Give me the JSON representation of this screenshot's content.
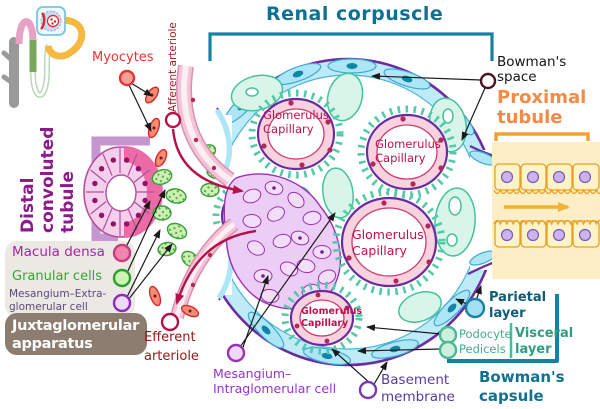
{
  "title": "Renal corpuscle",
  "labels": {
    "myocytes": "Myocytes",
    "afferent_arteriole": "Afferent arteriole",
    "bowmans_space": "Bowman's\nspace",
    "proximal_tubule": "Proximal\ntubule",
    "distal_tubule": "Distal\nconvoluted\ntubule",
    "efferent_arteriole": "Efferent\narteriole",
    "mesangium_intraglomerular": "Mesangium–\nIntraglomerular cell",
    "basement_membrane": "Basement\nmembrane",
    "bowmans_capsule": "Bowman's\ncapsule",
    "parietal_layer": "Parietal\nlayer",
    "visceral_layer": "Visceral\nlayer",
    "podocyte": "Podocyte",
    "pedicels": "Pedicels"
  },
  "capillary_labels": [
    {
      "text": "Glomerulus\nCapillary"
    },
    {
      "text": "Glomerulus\nCapillary"
    },
    {
      "text": "Glomerulus\nCapillary"
    },
    {
      "text": "Glomerulus\nCapillary"
    }
  ],
  "legend": {
    "items": [
      {
        "label": "Macula densa",
        "marker_color": "#c2407e"
      },
      {
        "label": "Granular cells",
        "marker_color": "#2e9e2e"
      },
      {
        "label": "Mesangium–Extra-\nglomerular cell",
        "marker_color": "#8a2dbe"
      }
    ],
    "group_label": "Juxtaglomerular\napparatus"
  },
  "colors": {
    "teal_heading": "#0d7291",
    "teal_bracket": "#1781a5",
    "orange_heading": "#f58a47",
    "orange_bracket": "#f5a02a",
    "purple_heading": "#8b1a8b",
    "red_label": "#e53535",
    "dark_red_label": "#9b1b1b",
    "crimson_flow": "#b5124a",
    "capillary_label": "#c01050",
    "macula_text": "#aa22aa",
    "granular_text": "#2eaa2e",
    "mesangium_extra_text": "#5a4a7e",
    "mesangium_intra_text": "#9932cc",
    "basement_text": "#5a3aa0",
    "parietal_text": "#0d5c7a",
    "visceral_text": "#2e9e7e",
    "podocyte_text": "#4aa88a",
    "legend_box": "#ece8e3",
    "juxta_box": "#8d7c70",
    "capsule_wall_fill": "#ade7f7",
    "basement_purple": "#6a2da0",
    "podocyte_fill": "#d9f4e8",
    "mesangium_fill": "#eccdf5",
    "capillary_wall_fill": "#f8d2de",
    "proximal_cell_fill": "#fdf3c9"
  }
}
